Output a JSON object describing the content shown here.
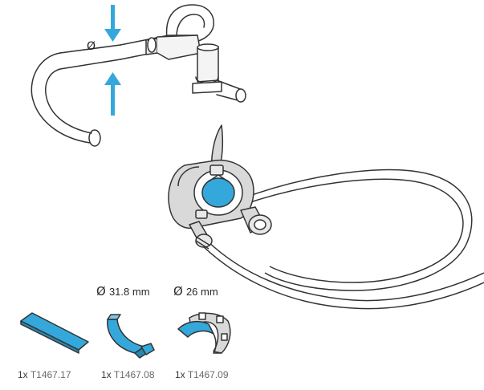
{
  "colors": {
    "accent": "#35a8db",
    "outline": "#333333",
    "metal": "#d9d9d9"
  },
  "handlebar": {
    "diameter_symbol": "Ø"
  },
  "sizes": [
    {
      "symbol": "Ø",
      "value": "31.8 mm"
    },
    {
      "symbol": "Ø",
      "value": "26 mm"
    }
  ],
  "parts": [
    {
      "qty": "1x",
      "part_no": "T1467.17"
    },
    {
      "qty": "1x",
      "part_no": "T1467.08"
    },
    {
      "qty": "1x",
      "part_no": "T1467.09"
    }
  ]
}
